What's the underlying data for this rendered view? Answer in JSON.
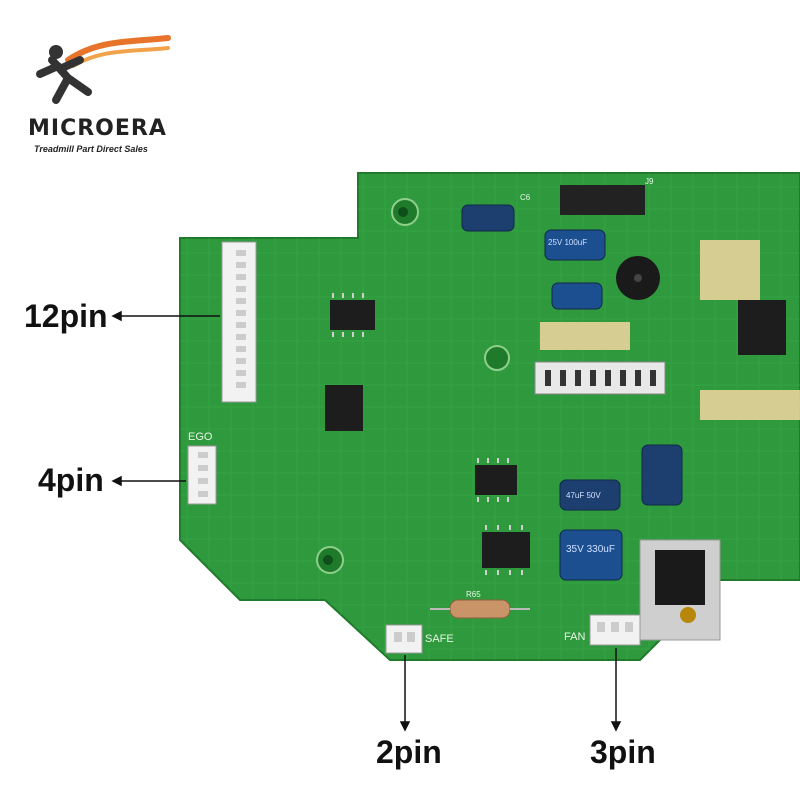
{
  "brand": {
    "name": "MICROERA",
    "tagline": "Treadmill Part Direct Sales",
    "accent_color": "#e8732a",
    "icon": "running-man-logo"
  },
  "board": {
    "color": "#2f9a3e",
    "labels": {
      "ego": "EGO",
      "safe": "SAFE",
      "fan": "FAN",
      "resistor": "R65",
      "header_ref": "J9",
      "cap_c6": "C6"
    },
    "capacitor_marks": [
      "25V 100uF",
      "47uF 50V",
      "35V 330uF"
    ]
  },
  "callouts": {
    "pin12": "12pin",
    "pin4": "4pin",
    "pin2": "2pin",
    "pin3": "3pin"
  }
}
